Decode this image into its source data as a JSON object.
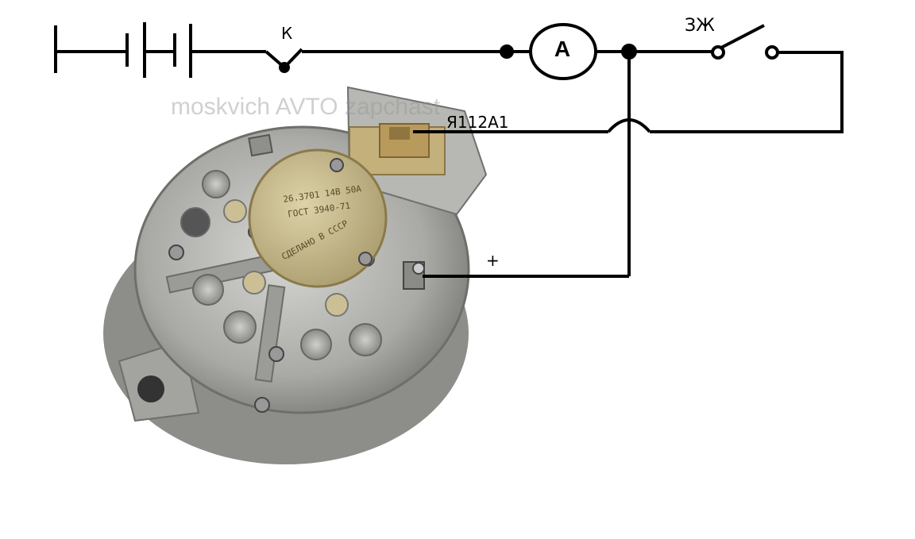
{
  "labels": {
    "switch_k": "К",
    "ignition_switch": "ЗЖ",
    "regulator": "Я112А1",
    "plus_terminal": "+",
    "ammeter": "A"
  },
  "watermark": "moskvich AVTO zapchast",
  "nameplate": {
    "line1": "26.3701  14В 50А",
    "line2": "ГОСТ 3940-71",
    "line3": "СДЕЛАНО В СССР"
  },
  "colors": {
    "wire": "#000000",
    "housing": "#b9b9b6",
    "housing_dark": "#7e7e7a",
    "nameplate": "#cbbd8f",
    "regulator_plug": "#b89a5c"
  },
  "icons": [
    "battery-icon",
    "switch-k-icon",
    "ammeter-icon",
    "ignition-switch-icon",
    "wire-crossover-icon",
    "alternator-icon"
  ]
}
